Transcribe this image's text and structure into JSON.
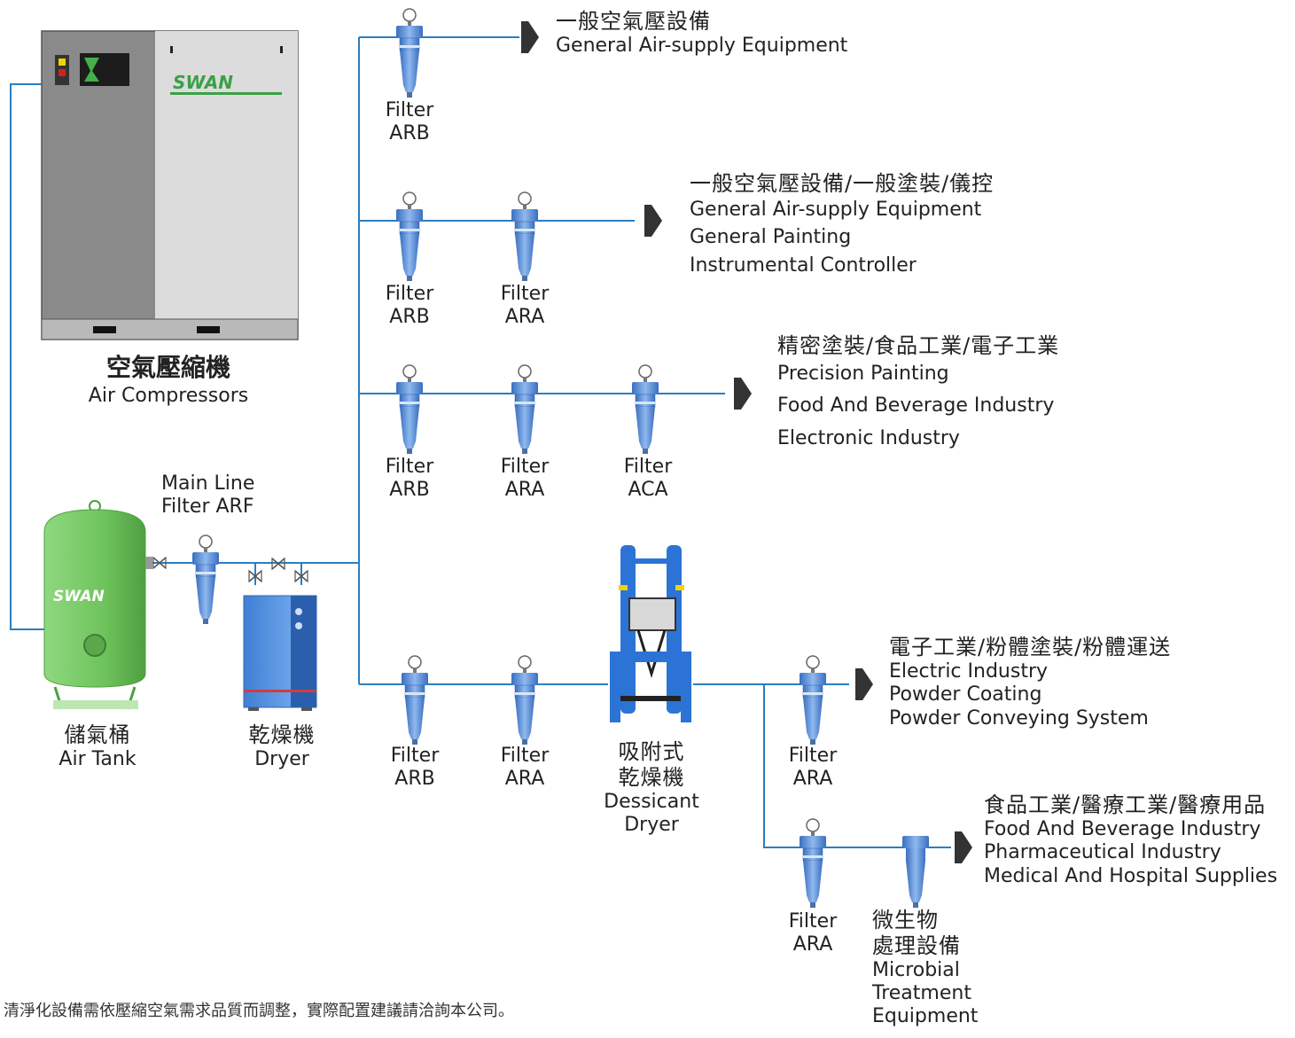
{
  "compressor": {
    "title_cn": "空氣壓縮機",
    "title_en": "Air Compressors",
    "brand": "SWAN"
  },
  "tank": {
    "cn": "儲氣桶",
    "en": "Air Tank",
    "brand": "SWAN"
  },
  "main_filter": {
    "line1": "Main Line",
    "line2": "Filter ARF"
  },
  "dryer": {
    "cn": "乾燥機",
    "en": "Dryer"
  },
  "desiccant": {
    "cn1": "吸附式",
    "cn2": "乾燥機",
    "en1": "Dessicant",
    "en2": "Dryer"
  },
  "microbial": {
    "cn1": "微生物",
    "cn2": "處理設備",
    "en1": "Microbial",
    "en2": "Treatment",
    "en3": "Equipment"
  },
  "filter_word": "Filter",
  "filters": {
    "b1_1": "ARB",
    "b2_1": "ARB",
    "b2_2": "ARA",
    "b3_1": "ARB",
    "b3_2": "ARA",
    "b3_3": "ACA",
    "b4_1": "ARB",
    "b4_2": "ARA",
    "b5_1": "ARA",
    "b6_1": "ARA"
  },
  "outputs": {
    "o1": {
      "cn": "一般空氣壓設備",
      "en": [
        "General Air-supply Equipment"
      ]
    },
    "o2": {
      "cn": "一般空氣壓設備/一般塗裝/儀控",
      "en": [
        "General Air-supply Equipment",
        "General Painting",
        "Instrumental Controller"
      ]
    },
    "o3": {
      "cn": "精密塗裝/食品工業/電子工業",
      "en": [
        "Precision Painting",
        "Food And Beverage Industry",
        "Electronic Industry"
      ]
    },
    "o4": {
      "cn": "電子工業/粉體塗裝/粉體運送",
      "en": [
        "Electric Industry",
        "Powder Coating",
        "Powder Conveying System"
      ]
    },
    "o5": {
      "cn": "食品工業/醫療工業/醫療用品",
      "en": [
        "Food And Beverage Industry",
        "Pharmaceutical Industry",
        "Medical And Hospital Supplies"
      ]
    }
  },
  "footnote": {
    "cn": "清淨化設備需依壓縮空氣需求品質而調整，實際配置建議請洽詢本公司。"
  },
  "colors": {
    "pipe": "#2a7fc1",
    "filter": "#5b93d6",
    "tank": "#7bc96b",
    "dryer": "#4a86d4"
  }
}
